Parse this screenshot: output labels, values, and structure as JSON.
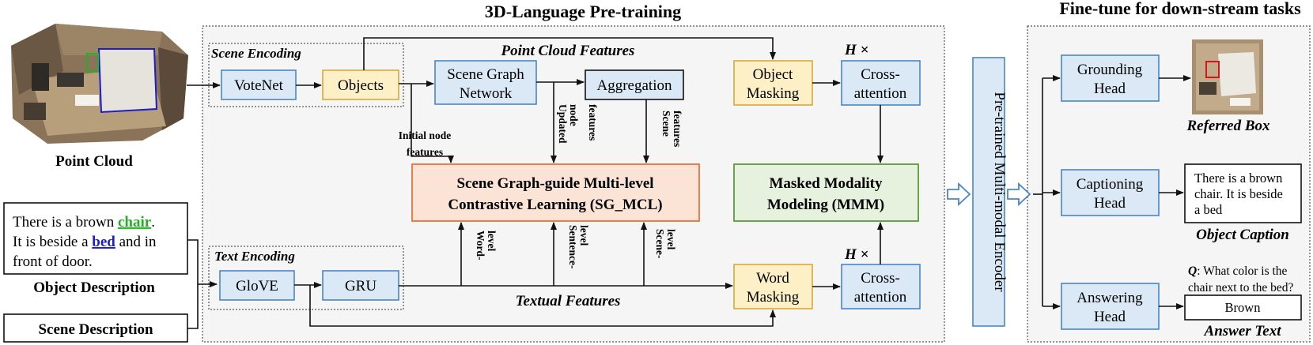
{
  "titles": {
    "pretraining": "3D-Language Pre-training",
    "finetune": "Fine-tune for down-stream tasks"
  },
  "left": {
    "point_cloud_label": "Point Cloud",
    "object_desc": {
      "line1_pre": "There is a brown ",
      "line1_chair": "chair",
      "line1_post": ".",
      "line2_pre": "It is beside a ",
      "line2_bed": "bed",
      "line2_post": " and in",
      "line3": "front of door."
    },
    "object_desc_label": "Object Description",
    "scene_desc_label": "Scene Description"
  },
  "scene_encoding": {
    "label": "Scene Encoding",
    "votenet": "VoteNet",
    "objects": "Objects"
  },
  "text_encoding": {
    "label": "Text Encoding",
    "glove": "GloVE",
    "gru": "GRU"
  },
  "middle": {
    "point_cloud_features": "Point Cloud Features",
    "textual_features": "Textual Features",
    "sgn_line1": "Scene Graph",
    "sgn_line2": "Network",
    "aggregation": "Aggregation",
    "initial_node_line1": "Initial node",
    "initial_node_line2": "features",
    "updated_node": [
      "Updated",
      "node",
      "features"
    ],
    "scene_features": [
      "Scene",
      "features"
    ],
    "word_level": [
      "Word-",
      "level"
    ],
    "sentence_level": [
      "Sentence-",
      "level"
    ],
    "scene_level": [
      "Scene-",
      "level"
    ],
    "sgmcl_line1": "Scene Graph-guide Multi-level",
    "sgmcl_line2": "Contrastive Learning (SG_MCL)"
  },
  "right_pre": {
    "object_masking": [
      "Object",
      "Masking"
    ],
    "word_masking": [
      "Word",
      "Masking"
    ],
    "cross_attention": [
      "Cross-",
      "attention"
    ],
    "h_times": "H ×",
    "mmm_line1": "Masked Modality",
    "mmm_line2": "Modeling (MMM)"
  },
  "encoder": {
    "label": "Pre-trained Multi-modal Encoder"
  },
  "finetune": {
    "grounding": [
      "Grounding",
      "Head"
    ],
    "captioning": [
      "Captioning",
      "Head"
    ],
    "answering": [
      "Answering",
      "Head"
    ],
    "referred_box": "Referred Box",
    "caption_text": [
      "There is a brown",
      "chair. It is beside",
      "a bed"
    ],
    "object_caption": "Object Caption",
    "question_q": "Q",
    "question_line1": ": What color is the",
    "question_line2": "chair next to the bed?",
    "answer": "Brown",
    "answer_text": "Answer Text"
  },
  "colors": {
    "blue_fill": "#dbe8f6",
    "blue_stroke": "#4a86c5",
    "yellow_fill": "#fdf0c6",
    "yellow_stroke": "#d9a93c",
    "salmon_fill": "#fbe3d6",
    "salmon_stroke": "#e4743c",
    "green_fill": "#e6f2dd",
    "green_stroke": "#5c9a3a",
    "chair_green": "#21b121",
    "bed_blue": "#1c1cc9"
  }
}
